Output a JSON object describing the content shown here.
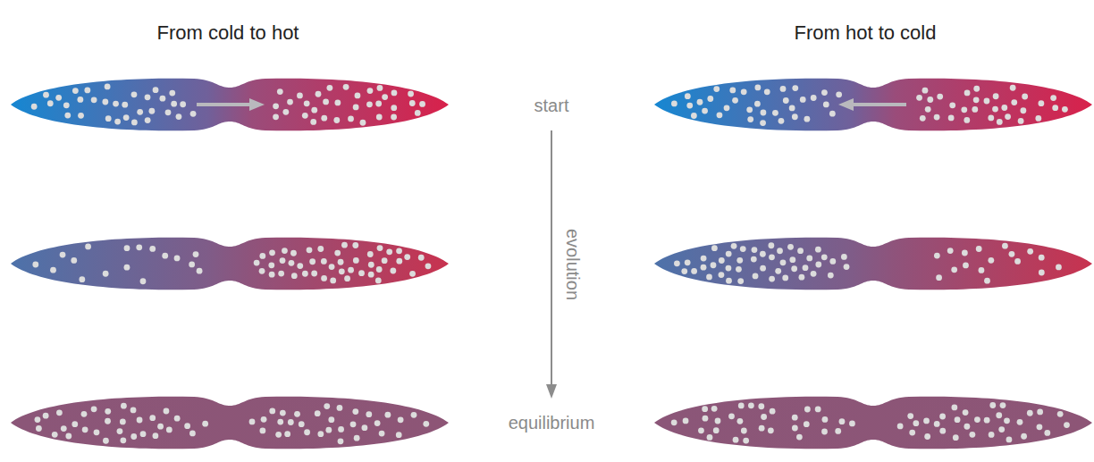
{
  "diagram": {
    "labels": [
      "From cold to hot",
      "From hot to cold",
      "start",
      "evolution",
      "equilibrium"
    ]
  }
}
